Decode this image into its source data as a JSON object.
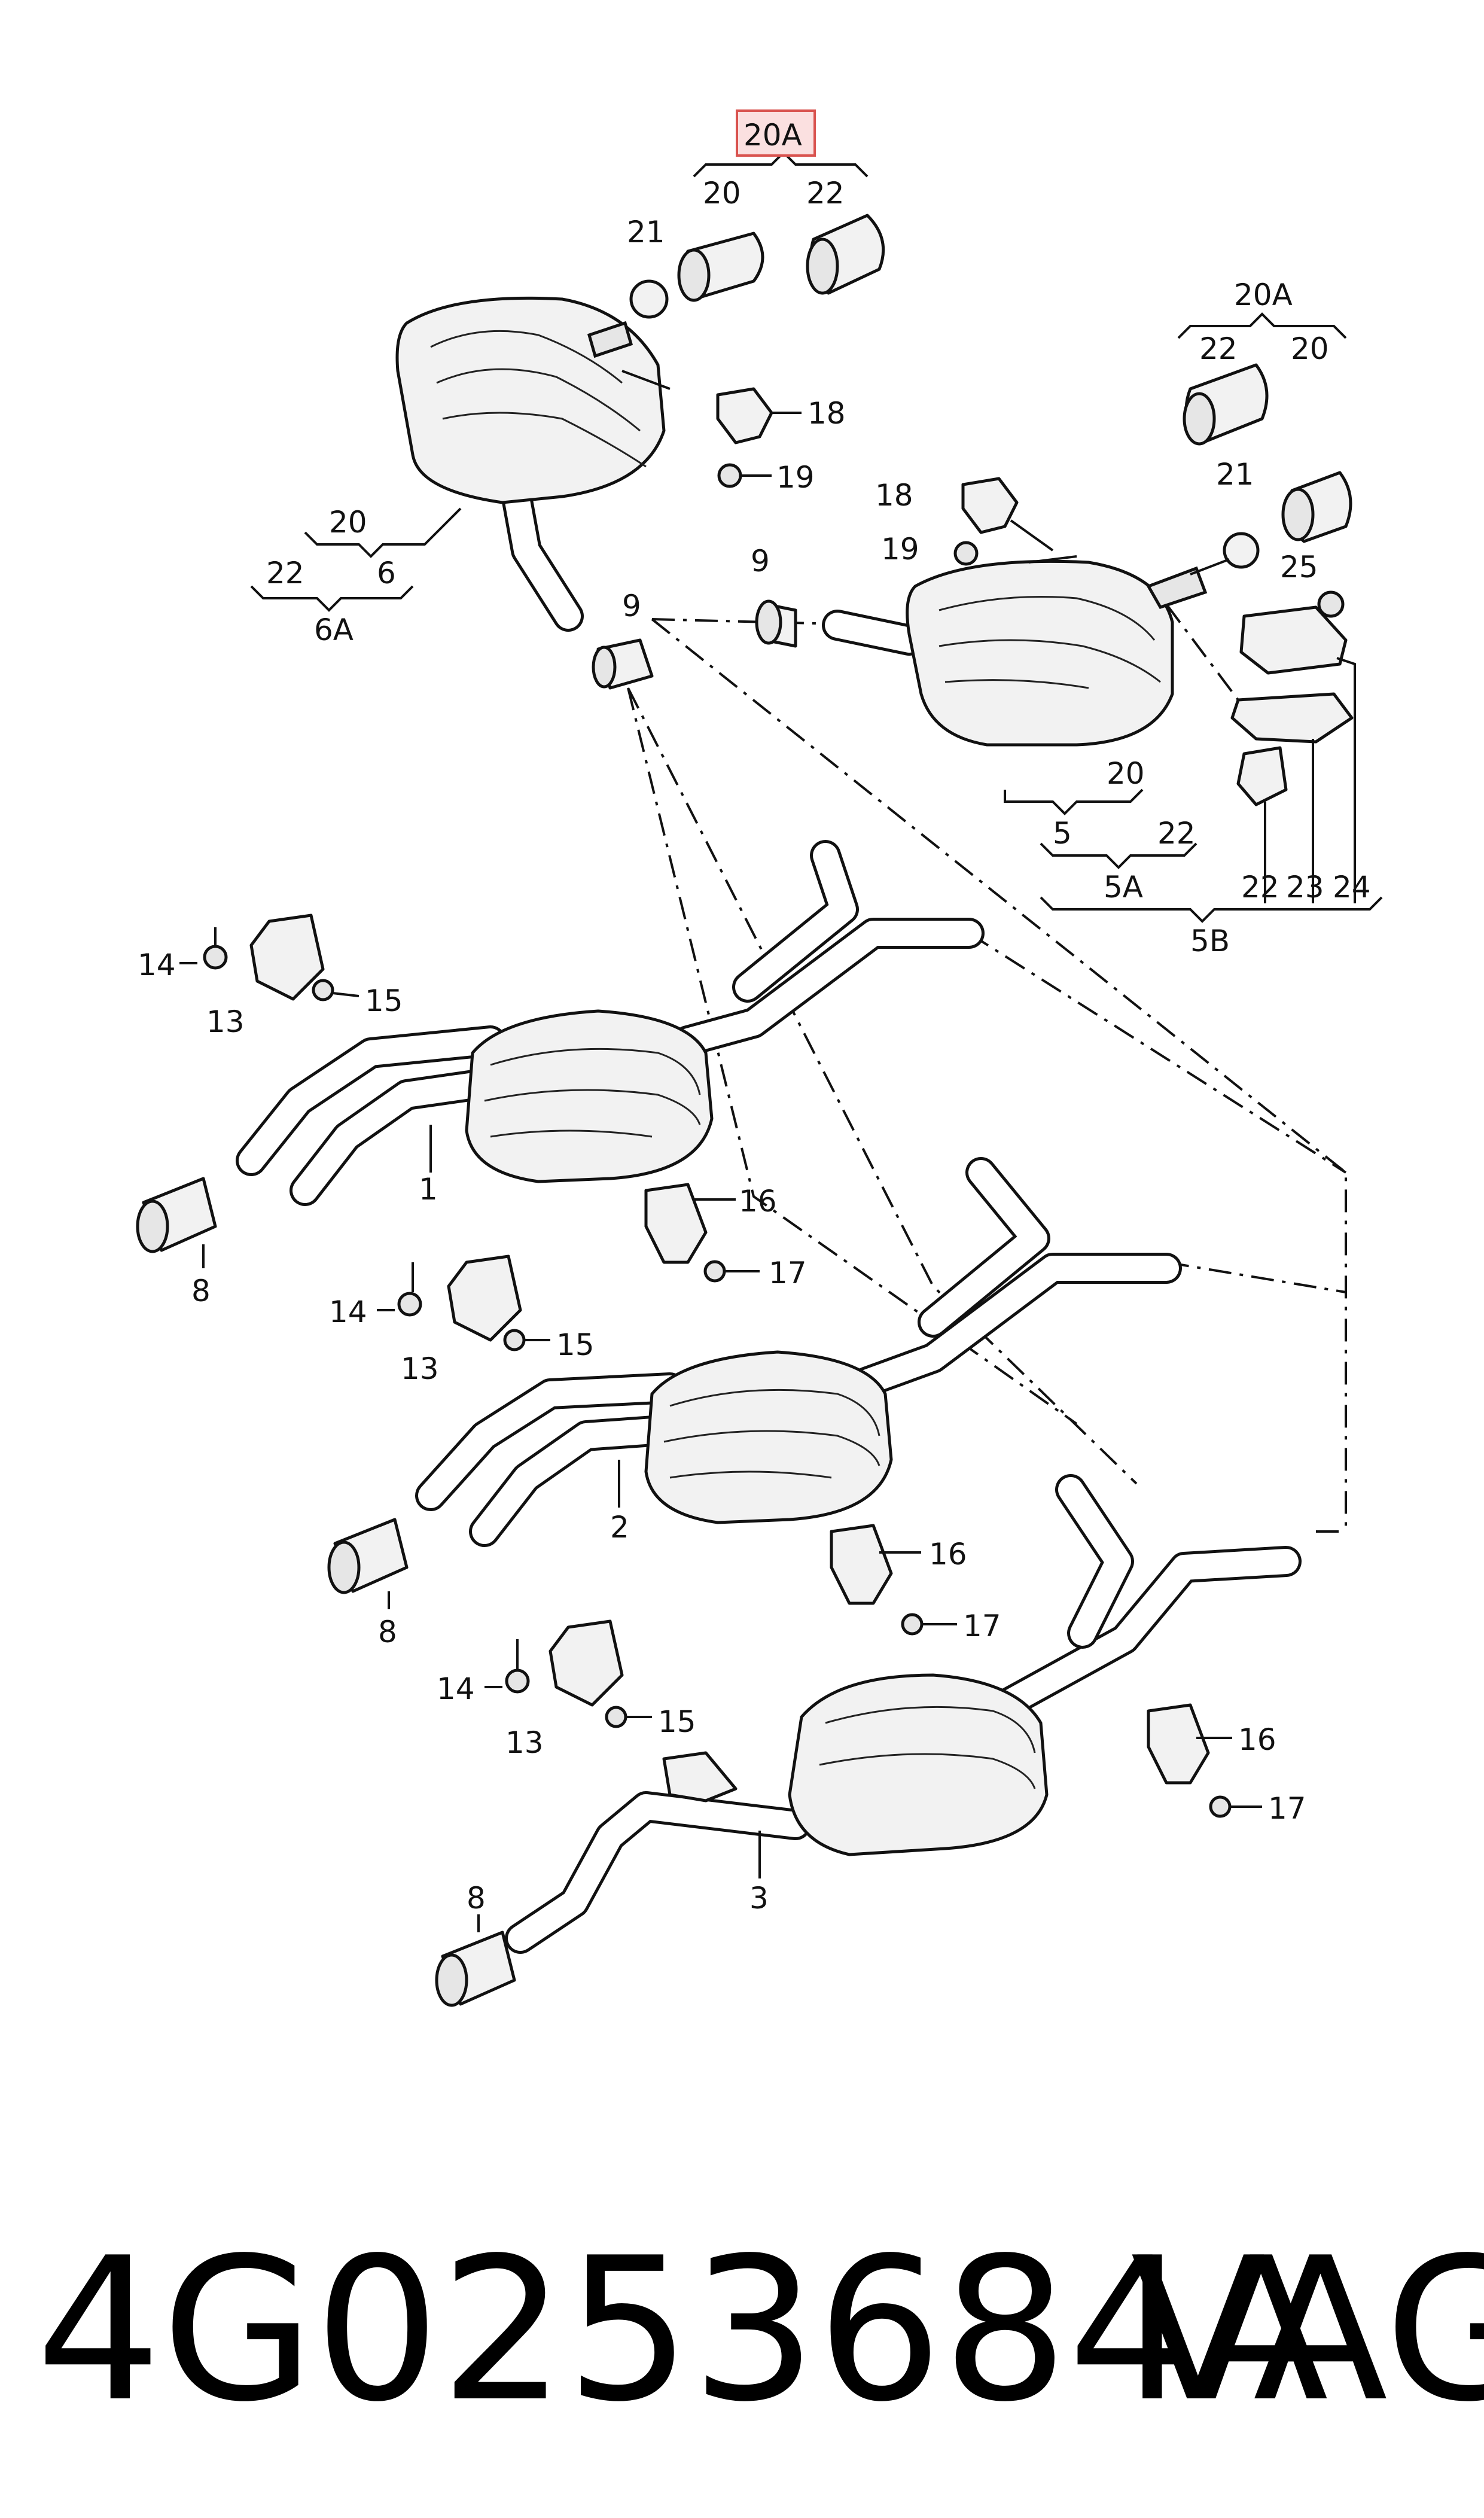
{
  "labels": {
    "l20A_top": "20A",
    "l20_top": "20",
    "l22_top": "22",
    "l21_top": "21",
    "l18_a": "18",
    "l19_a": "19",
    "l20_left": "20",
    "l6": "6",
    "l22_left": "22",
    "l6A": "6A",
    "l9_left": "9",
    "l9_mid": "9",
    "l20A_right": "20A",
    "l22_right": "22",
    "l20_right": "20",
    "l21_right": "21",
    "l18_b": "18",
    "l19_b": "19",
    "l25": "25",
    "l20_mid": "20",
    "l5": "5",
    "l22_mid": "22",
    "l5A": "5A",
    "l22_b": "22",
    "l23": "23",
    "l24": "24",
    "l5B": "5B",
    "l14_1": "14",
    "l15_1": "15",
    "l13_1": "13",
    "l1": "1",
    "l8_1": "8",
    "l16_1": "16",
    "l17_1": "17",
    "l14_2": "14",
    "l15_2": "15",
    "l13_2": "13",
    "l2": "2",
    "l8_2": "8",
    "l16_2": "16",
    "l17_2": "17",
    "l14_3": "14",
    "l15_3": "15",
    "l13_3": "13",
    "l3": "3",
    "l8_3": "8",
    "l16_3": "16",
    "l17_3": "17"
  },
  "footer": {
    "part_number": "4G0253684A",
    "brand": "VAG"
  },
  "colors": {
    "highlight_fill": "#fbe0e0",
    "highlight_stroke": "#d9534f",
    "line": "#111111"
  }
}
